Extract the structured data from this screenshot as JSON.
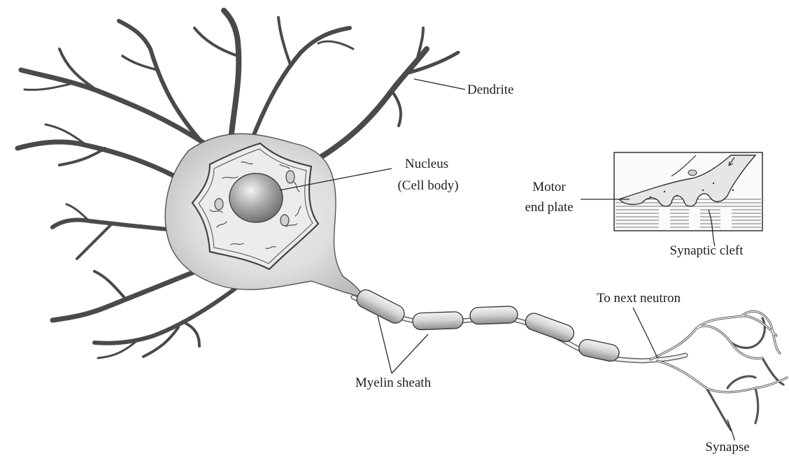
{
  "labels": {
    "dendrite": "Dendrite",
    "nucleus": "Nucleus",
    "cell_body": "(Cell body)",
    "motor": "Motor",
    "end_plate": "end plate",
    "synaptic_cleft": "Synaptic cleft",
    "to_next": "To next neutron",
    "myelin": "Myelin sheath",
    "synapse": "Synapse"
  }
}
